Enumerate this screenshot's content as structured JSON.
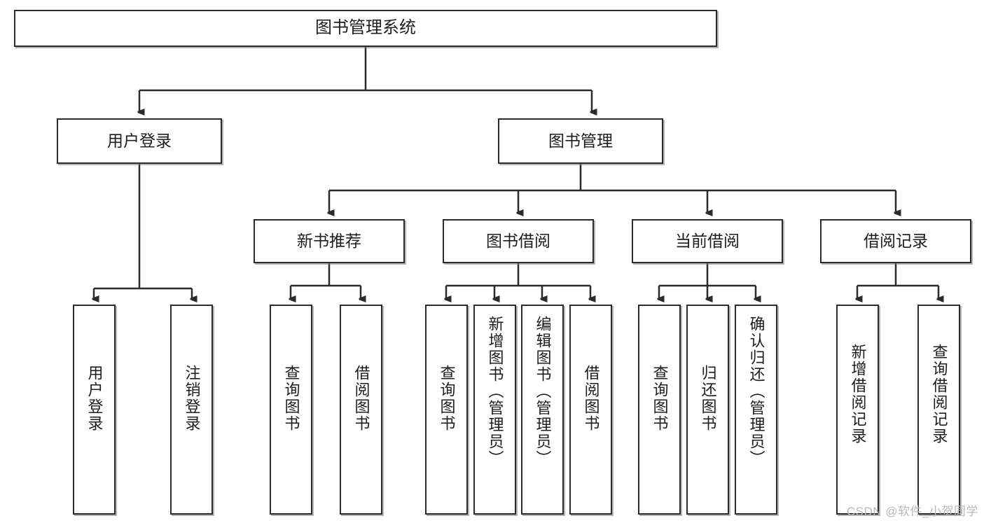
{
  "diagram": {
    "title": "图书管理系统",
    "type": "hierarchy-tree",
    "watermark": "CSDN @软件_小贺同学",
    "colors": {
      "box_border": "#2b2b2b",
      "box_fill": "#ffffff",
      "connector": "#2b2b2b",
      "watermark": "#b9b9b9"
    },
    "levels": {
      "root": {
        "label": "图书管理系统"
      },
      "level2": [
        {
          "label": "用户登录"
        },
        {
          "label": "图书管理"
        }
      ],
      "level3": [
        {
          "label": "新书推荐"
        },
        {
          "label": "图书借阅"
        },
        {
          "label": "当前借阅"
        },
        {
          "label": "借阅记录"
        }
      ],
      "leaves": {
        "user_login": [
          {
            "label": "用户登录"
          },
          {
            "label": "注销登录"
          }
        ],
        "new_book_recommend": [
          {
            "label": "查询图书"
          },
          {
            "label": "借阅图书"
          }
        ],
        "book_borrow": [
          {
            "label": "查询图书"
          },
          {
            "label": "新增图书（管理员）"
          },
          {
            "label": "编辑图书（管理员）"
          },
          {
            "label": "借阅图书"
          }
        ],
        "current_borrow": [
          {
            "label": "查询图书"
          },
          {
            "label": "归还图书"
          },
          {
            "label": "确认归还（管理员）"
          }
        ],
        "borrow_record": [
          {
            "label": "新增借阅记录"
          },
          {
            "label": "查询借阅记录"
          }
        ]
      }
    }
  }
}
